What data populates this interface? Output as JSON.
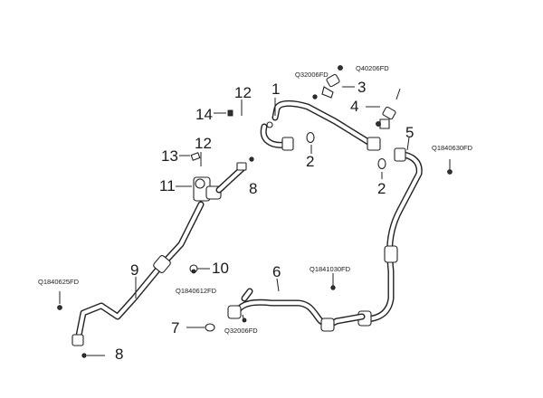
{
  "callouts": {
    "n1": "1",
    "n2a": "2",
    "n2b": "2",
    "n3": "3",
    "n4": "4",
    "n5": "5",
    "n6": "6",
    "n7": "7",
    "n8a": "8",
    "n8b": "8",
    "n9": "9",
    "n10": "10",
    "n11": "11",
    "n12a": "12",
    "n12b": "12",
    "n13": "13",
    "n14": "14"
  },
  "codes": {
    "q40206": "Q40206FD",
    "q32006_top": "Q32006FD",
    "q1840630": "Q1840630FD",
    "q1840625": "Q1840625FD",
    "q1840612": "Q1840612FD",
    "q1841030": "Q1841030FD",
    "q32006_bottom": "Q32006FD"
  }
}
